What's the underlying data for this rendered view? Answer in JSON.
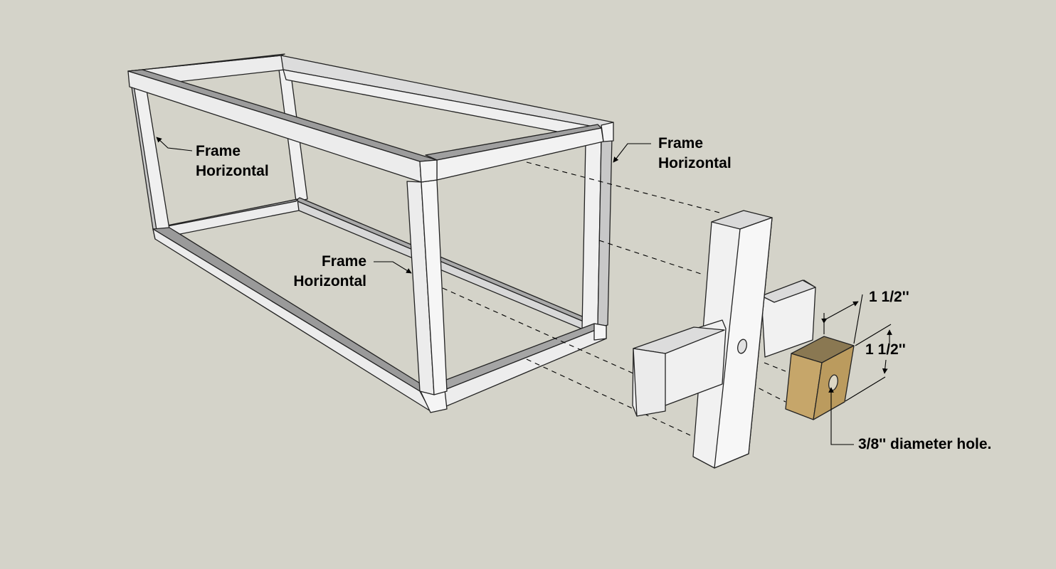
{
  "callouts": {
    "frame_left": {
      "line1": "Frame",
      "line2": "Horizontal"
    },
    "frame_right": {
      "line1": "Frame",
      "line2": "Horizontal"
    },
    "frame_bottom": {
      "line1": "Frame",
      "line2": "Horizontal"
    }
  },
  "dimensions": {
    "block_width": "1 1/2''",
    "block_height": "1 1/2''",
    "hole": "3/8'' diameter hole."
  },
  "colors": {
    "background": "#d4d3c9",
    "lumber_face": "#f2f2f2",
    "lumber_side": "#cfcfcf",
    "lumber_dark": "#9a9a9a",
    "block_front": "#c3a46a",
    "block_side": "#b59457",
    "block_top": "#8e7a54"
  }
}
